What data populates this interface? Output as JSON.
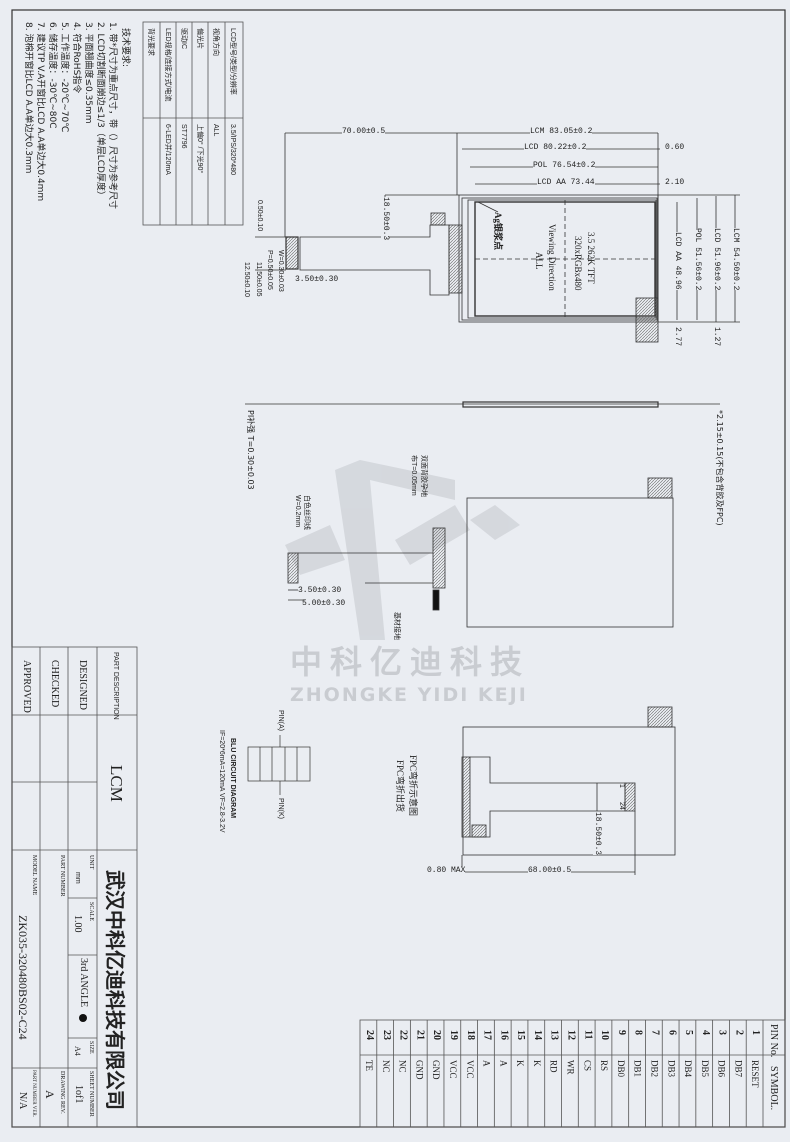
{
  "spec_table": {
    "rows": [
      {
        "label": "LCD型号/类型/分辨率",
        "value": "3.5/IPS/320*480"
      },
      {
        "label": "视角方向",
        "value": "ALL"
      },
      {
        "label": "偏光片",
        "value": "上偏0° /下光90°"
      },
      {
        "label": "驱动IC",
        "value": "ST7796"
      },
      {
        "label": "LED规格/连接方式/电流",
        "value": "6-LED并/120mA"
      },
      {
        "label": "背光要求",
        "value": ""
      }
    ]
  },
  "tech_requirements": {
    "title": "技术要求:",
    "items": [
      "1. 带*尺寸为重点尺寸，带（）尺寸为参考尺寸",
      "2. LCD切割断面崩边≤1/3（单层LCD厚度）",
      "3. 平面翘曲度≤0.35mm",
      "4. 符合RoHS指令",
      "5. 工作温度：-20℃~70℃",
      "6. 储存温度：-30℃~80C",
      "7. 建议TP V.A开窗比LCD A.A单边大0.4mm",
      "8. 泡棉开窗比LCD A.A单边大0.3mm"
    ]
  },
  "front_view": {
    "dims": {
      "fpc_length": "70.00±0.5",
      "lcm_width": "LCM 83.05±0.2",
      "lcd_width": "LCD 80.22±0.2",
      "offset_060": "0.60",
      "pol_width": "POL 76.54±0.2",
      "aa_width": "LCD AA 73.44",
      "offset_210": "2.10",
      "aa_height": "LCD AA 48.96",
      "pol_height": "POL 51.56±0.2",
      "lcd_height": "LCD 51.96±0.2",
      "lcm_height": "LCM 54.50±0.2",
      "offset_277": "2.77",
      "offset_127": "1.27",
      "fpc_width": "18.50±0.3",
      "d1": "0.50±0.10",
      "d2": "12.50±0.10",
      "d3": "11.50±0.05",
      "pitch": "P=0.50±0.05",
      "w": "W=0.30±0.03",
      "stiff": "3.50±0.30"
    },
    "panel_text": [
      "3.5 262K TFT",
      "320xRGBx480"
    ],
    "viewing_label": "Viewing Direction",
    "viewing_value": "ALL",
    "ag_note": "Ag银浆点"
  },
  "side_view": {
    "pi_note": "PI补强 T=0.30±0.03",
    "thickness": "*2.15±0.15(不包含背胶及FPC)"
  },
  "back_view": {
    "tape_note": [
      "双面背胶孕地",
      "布T=0.05mm"
    ],
    "silk_note": [
      "白色丝印线",
      "W=0.2mm"
    ],
    "dim1": "3.50±0.30",
    "dim2": "5.00±0.30",
    "ground_note": "基材接地"
  },
  "watermark": {
    "cn": "中科亿迪科技",
    "en": "ZHONGKE YIDI KEJI"
  },
  "fold_view": {
    "title1": "FPC弯折示意图",
    "title2": "FPC弯折出货",
    "max": "0.80 MAX",
    "length": "68.00±0.5",
    "width": "18.50±0.3",
    "pin1": "1",
    "pin24": "24"
  },
  "blu_circuit": {
    "pin_a": "PIN(A)",
    "pin_k": "PIN(K)",
    "title": "BLU CIRCUIT DIAGRAM",
    "spec": "IF=20*6mA=120mA VF=2.8-3.2V"
  },
  "title_block": {
    "part_description_label": "PART DESCRIPTION",
    "part_description": "LCM",
    "designed": "DESIGNED",
    "checked": "CHECKED",
    "approved": "APPROVED",
    "company": "武汉中科亿迪科技有限公司",
    "unit_label": "UNIT",
    "unit": "mm",
    "scale_label": "SCALE",
    "scale": "1.00",
    "angle": "3rd ANGLE",
    "size_label": "SIZE",
    "size": "A4",
    "sheet_label": "SHEET NUMBER",
    "sheet": "1of1",
    "part_number_label": "PART NUMBER",
    "drawing_rev_label": "DRAWING REV.",
    "drawing_rev": "A",
    "model_name_label": "MODEL NAME",
    "model_name": "ZK035-320480BS02-C24",
    "part_number_ver_label": "PART NUMBER VER.",
    "part_number_ver": "N/A"
  },
  "pin_table": {
    "header_no": "PIN No.",
    "header_symbol": "SYMBOL.",
    "pins": [
      {
        "no": "1",
        "symbol": "RESET"
      },
      {
        "no": "2",
        "symbol": "DB7"
      },
      {
        "no": "3",
        "symbol": "DB6"
      },
      {
        "no": "4",
        "symbol": "DB5"
      },
      {
        "no": "5",
        "symbol": "DB4"
      },
      {
        "no": "6",
        "symbol": "DB3"
      },
      {
        "no": "7",
        "symbol": "DB2"
      },
      {
        "no": "8",
        "symbol": "DB1"
      },
      {
        "no": "9",
        "symbol": "DB0"
      },
      {
        "no": "10",
        "symbol": "RS"
      },
      {
        "no": "11",
        "symbol": "CS"
      },
      {
        "no": "12",
        "symbol": "WR"
      },
      {
        "no": "13",
        "symbol": "RD"
      },
      {
        "no": "14",
        "symbol": "K"
      },
      {
        "no": "15",
        "symbol": "K"
      },
      {
        "no": "16",
        "symbol": "A"
      },
      {
        "no": "17",
        "symbol": "A"
      },
      {
        "no": "18",
        "symbol": "VCC"
      },
      {
        "no": "19",
        "symbol": "VCC"
      },
      {
        "no": "20",
        "symbol": "GND"
      },
      {
        "no": "21",
        "symbol": "GND"
      },
      {
        "no": "22",
        "symbol": "NC"
      },
      {
        "no": "23",
        "symbol": "NC"
      },
      {
        "no": "24",
        "symbol": "TE"
      }
    ]
  }
}
